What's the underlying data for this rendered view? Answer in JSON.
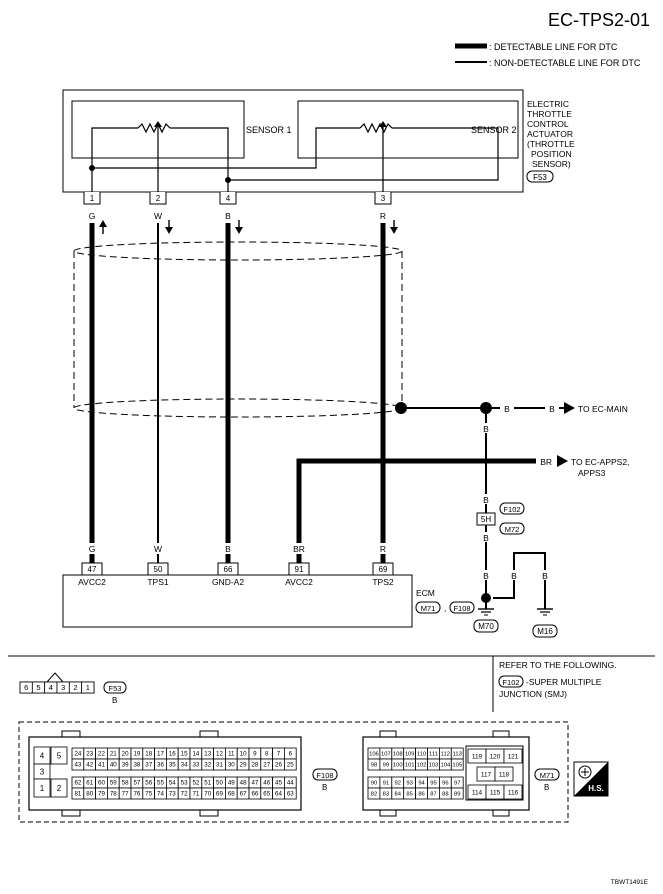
{
  "page_title": "EC-TPS2-01",
  "legend": {
    "detectable": ": DETECTABLE LINE FOR DTC",
    "non_detectable": ": NON-DETECTABLE LINE FOR DTC"
  },
  "actuator": {
    "sensor1": "SENSOR 1",
    "sensor2": "SENSOR 2",
    "name_lines": [
      "ELECTRIC",
      "THROTTLE",
      "CONTROL",
      "ACTUATOR",
      "(THROTTLE",
      "POSITION",
      "SENSOR)"
    ],
    "connector": "F53",
    "terminals": [
      "1",
      "2",
      "4",
      "3"
    ],
    "wire_colors": [
      "G",
      "W",
      "B",
      "R"
    ]
  },
  "harness": {
    "to_main_color_1": "B",
    "to_main_color_2": "B",
    "to_main": "TO EC-MAIN",
    "branch_color": "B",
    "to_apps_color": "BR",
    "to_apps_line1": "TO EC-APPS2,",
    "to_apps_line2": "APPS3",
    "smj_color_top": "B",
    "smj_terminal": "5H",
    "smj_connector_top": "F102",
    "smj_connector_bottom": "M72",
    "smj_color_bottom": "B",
    "ground_color_1": "B",
    "ground_color_2": "B",
    "ground_color_3": "B",
    "ground_1": "M70",
    "ground_2": "M16"
  },
  "ecm": {
    "label": "ECM",
    "connector_1": "M71",
    "separator": ",",
    "connector_2": "F108",
    "wire_colors": [
      "G",
      "W",
      "B",
      "BR",
      "R"
    ],
    "terminals": [
      "47",
      "50",
      "66",
      "91",
      "69"
    ],
    "pin_names": [
      "AVCC2",
      "TPS1",
      "GND-A2",
      "AVCC2",
      "TPS2"
    ]
  },
  "refer": {
    "line1": "REFER TO THE FOLLOWING.",
    "conn": "F102",
    "desc1": "-SUPER MULTIPLE",
    "desc2": "JUNCTION (SMJ)"
  },
  "f53_connector": {
    "pins": [
      "6",
      "5",
      "4",
      "3",
      "2",
      "1"
    ],
    "id": "F53",
    "color": "B"
  },
  "f108_connector": {
    "big_pins": [
      "4",
      "5",
      "3",
      "1",
      "2"
    ],
    "rows": [
      [
        "24",
        "23",
        "22",
        "21",
        "20",
        "19",
        "18",
        "17",
        "16",
        "15",
        "14",
        "13",
        "12",
        "11",
        "10",
        "9",
        "8",
        "7",
        "6"
      ],
      [
        "43",
        "42",
        "41",
        "40",
        "39",
        "38",
        "37",
        "36",
        "35",
        "34",
        "33",
        "32",
        "31",
        "30",
        "29",
        "28",
        "27",
        "26",
        "25"
      ],
      [
        "62",
        "61",
        "60",
        "59",
        "58",
        "57",
        "56",
        "55",
        "54",
        "53",
        "52",
        "51",
        "50",
        "49",
        "48",
        "47",
        "46",
        "45",
        "44"
      ],
      [
        "81",
        "80",
        "79",
        "78",
        "77",
        "76",
        "75",
        "74",
        "73",
        "72",
        "71",
        "70",
        "69",
        "68",
        "67",
        "66",
        "65",
        "64",
        "63"
      ]
    ],
    "id": "F108",
    "color": "B"
  },
  "m71_connector": {
    "rows": [
      [
        "106",
        "107",
        "108",
        "109",
        "110",
        "111",
        "112",
        "113"
      ],
      [
        "98",
        "99",
        "100",
        "101",
        "102",
        "103",
        "104",
        "105"
      ],
      [
        "90",
        "91",
        "92",
        "93",
        "94",
        "95",
        "96",
        "97"
      ],
      [
        "82",
        "83",
        "84",
        "85",
        "86",
        "87",
        "88",
        "89"
      ]
    ],
    "right_pins": [
      "119",
      "120",
      "121",
      "117",
      "118",
      "114",
      "115",
      "116"
    ],
    "id": "M71",
    "color": "B"
  },
  "hs_label": "H.S.",
  "figure_code": "TBWT1491E"
}
